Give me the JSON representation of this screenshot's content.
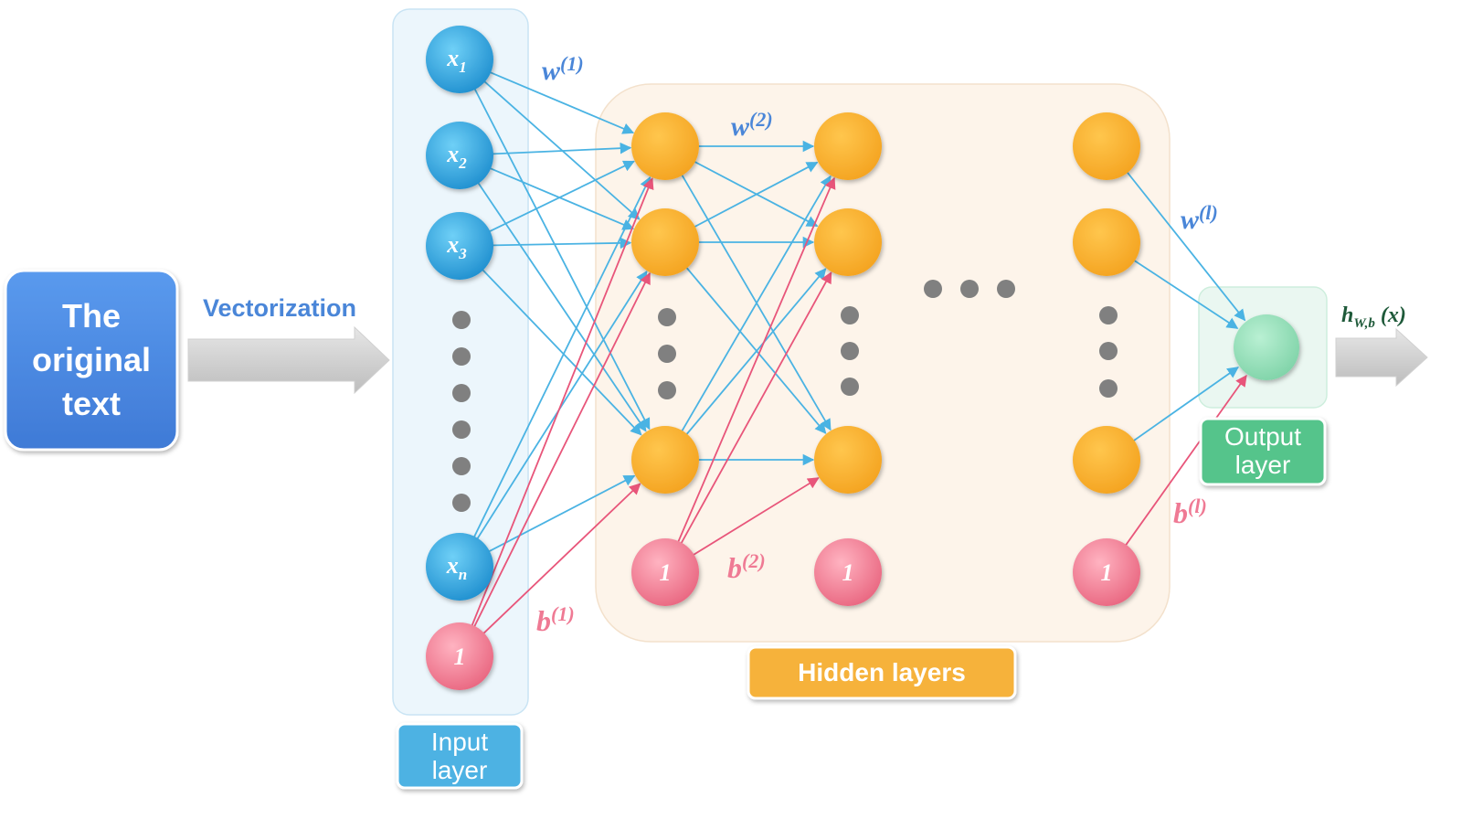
{
  "source_box": {
    "lines": [
      "The",
      "original",
      "text"
    ]
  },
  "vectorization_label": "Vectorization",
  "input_nodes": [
    {
      "base": "x",
      "sub": "1"
    },
    {
      "base": "x",
      "sub": "2"
    },
    {
      "base": "x",
      "sub": "3"
    },
    {
      "base": "x",
      "sub": "n"
    }
  ],
  "bias_label": "1",
  "input_layer_label": [
    "Input",
    "layer"
  ],
  "hidden_layers_label": "Hidden layers",
  "output_layer_label": [
    "Output",
    "layer"
  ],
  "weights": {
    "w1": {
      "base": "w",
      "sup": "(1)"
    },
    "w2": {
      "base": "w",
      "sup": "(2)"
    },
    "wl": {
      "base": "w",
      "sup": "(l)"
    }
  },
  "biases": {
    "b1": {
      "base": "b",
      "sup": "(1)"
    },
    "b2": {
      "base": "b",
      "sup": "(2)"
    },
    "bl": {
      "base": "b",
      "sup": "(l)"
    }
  },
  "output_formula": {
    "base": "h",
    "sub": "W,b",
    "arg": " (x)"
  },
  "colors": {
    "input_node": "#2e9fd9",
    "hidden_node": "#f6ae2d",
    "bias_node": "#ec7a8e",
    "output_node": "#8fdcb5",
    "blue_line": "#4ab3e3",
    "pink_line": "#e8557a",
    "source_box": "#4f8ee6",
    "input_panel": "#ecf6fc",
    "hidden_panel": "#fdf4ea",
    "output_panel": "#eaf7f1",
    "input_tag": "#4eb2e3",
    "hidden_tag": "#f6b23a",
    "output_tag": "#55c48b",
    "weight_text": "#4a86d8",
    "bias_text": "#ef7a94",
    "formula_text": "#1f5a3a"
  }
}
